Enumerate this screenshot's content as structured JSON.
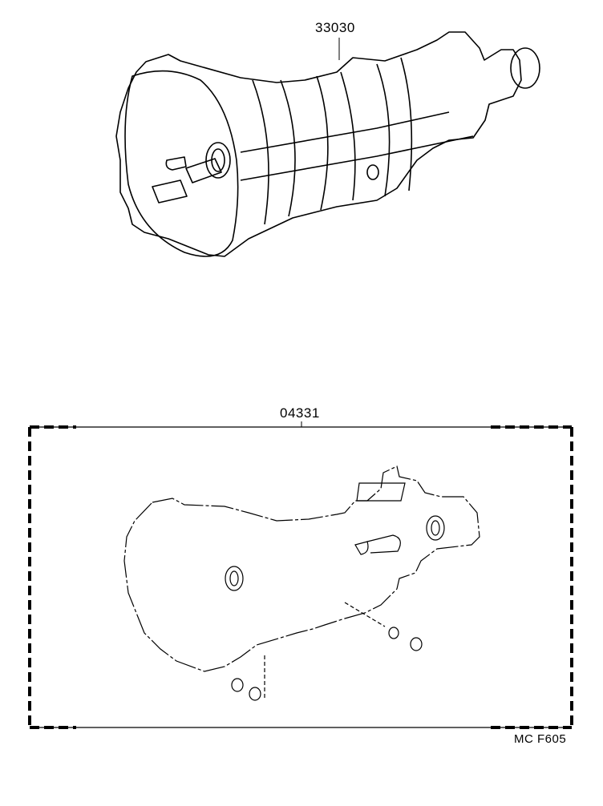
{
  "diagram": {
    "type": "parts-exploded-view",
    "subject": "manual transmission assembly",
    "colors": {
      "line": "#000000",
      "background": "#ffffff"
    },
    "callouts": [
      {
        "id": "transmission",
        "part_number": "33030"
      },
      {
        "id": "gasket-kit",
        "part_number": "04331"
      }
    ],
    "figure_code": "MC F605"
  }
}
